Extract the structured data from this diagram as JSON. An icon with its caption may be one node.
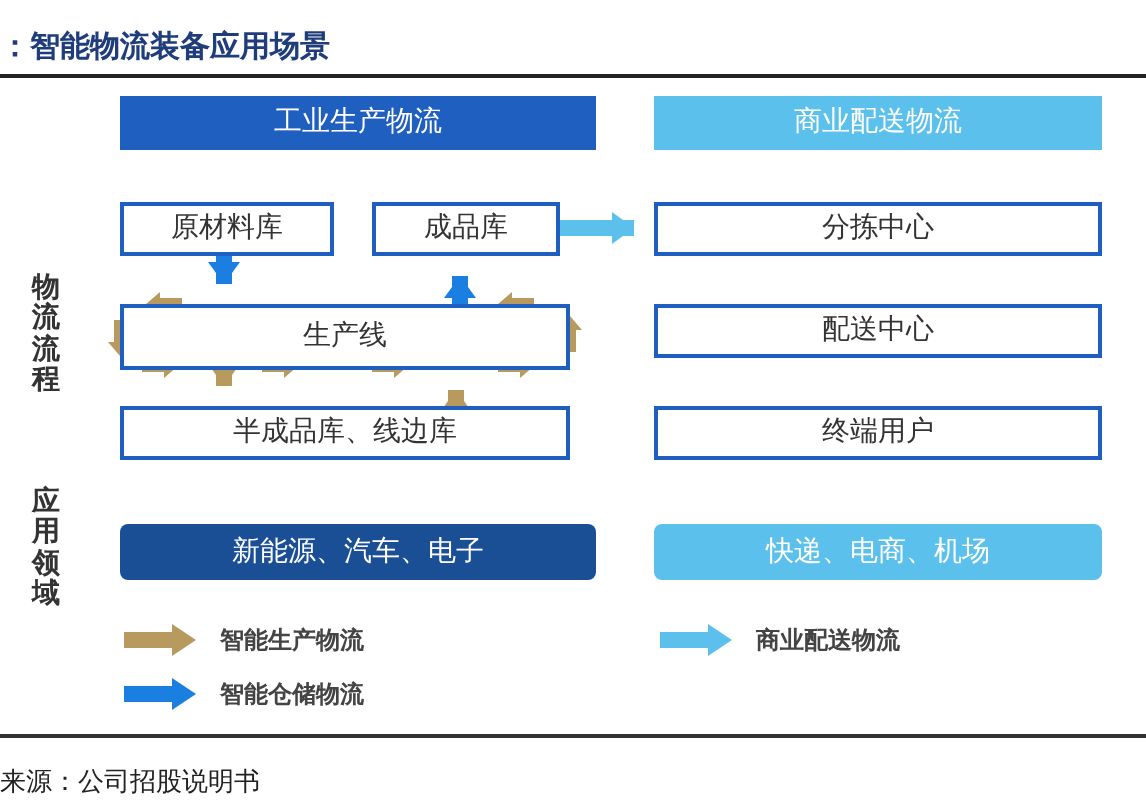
{
  "diagram": {
    "title": "：智能物流装备应用场景",
    "caption": "来源：公司招股说明书",
    "nodes": [
      {
        "text": [
          "工业生产物流"
        ]
      },
      {
        "text": [
          "商业配送物流"
        ]
      },
      {
        "text": [
          "原材料库"
        ]
      },
      {
        "text": [
          "成品库"
        ]
      },
      {
        "text": [
          "生产线"
        ]
      },
      {
        "text": [
          "半成品库、线边库"
        ]
      },
      {
        "text": [
          "分拣中心"
        ]
      },
      {
        "text": [
          "配送中心"
        ]
      },
      {
        "text": [
          "终端用户"
        ]
      },
      {
        "text": [
          "新能源、汽车、电子"
        ]
      },
      {
        "text": [
          "快递、电商、机场"
        ]
      }
    ],
    "edges": [
      {
        "from": 2,
        "to": 4,
        "arrow": "to",
        "color": "#1a7fe0"
      },
      {
        "from": 4,
        "to": 3,
        "arrow": "to",
        "color": "#1a7fe0"
      },
      {
        "from": 4,
        "to": 5,
        "arrow": "to",
        "color": "#b89a5e"
      },
      {
        "from": 5,
        "to": 4,
        "arrow": "to",
        "color": "#b89a5e"
      },
      {
        "from": 3,
        "to": 6,
        "arrow": "to",
        "color": "#5bc0eb"
      }
    ],
    "labels": [
      "物流流程",
      "应用领域"
    ],
    "legend": [
      {
        "text": "智能生产物流"
      },
      {
        "text": "智能仓储物流"
      },
      {
        "text": "商业配送物流"
      }
    ]
  }
}
